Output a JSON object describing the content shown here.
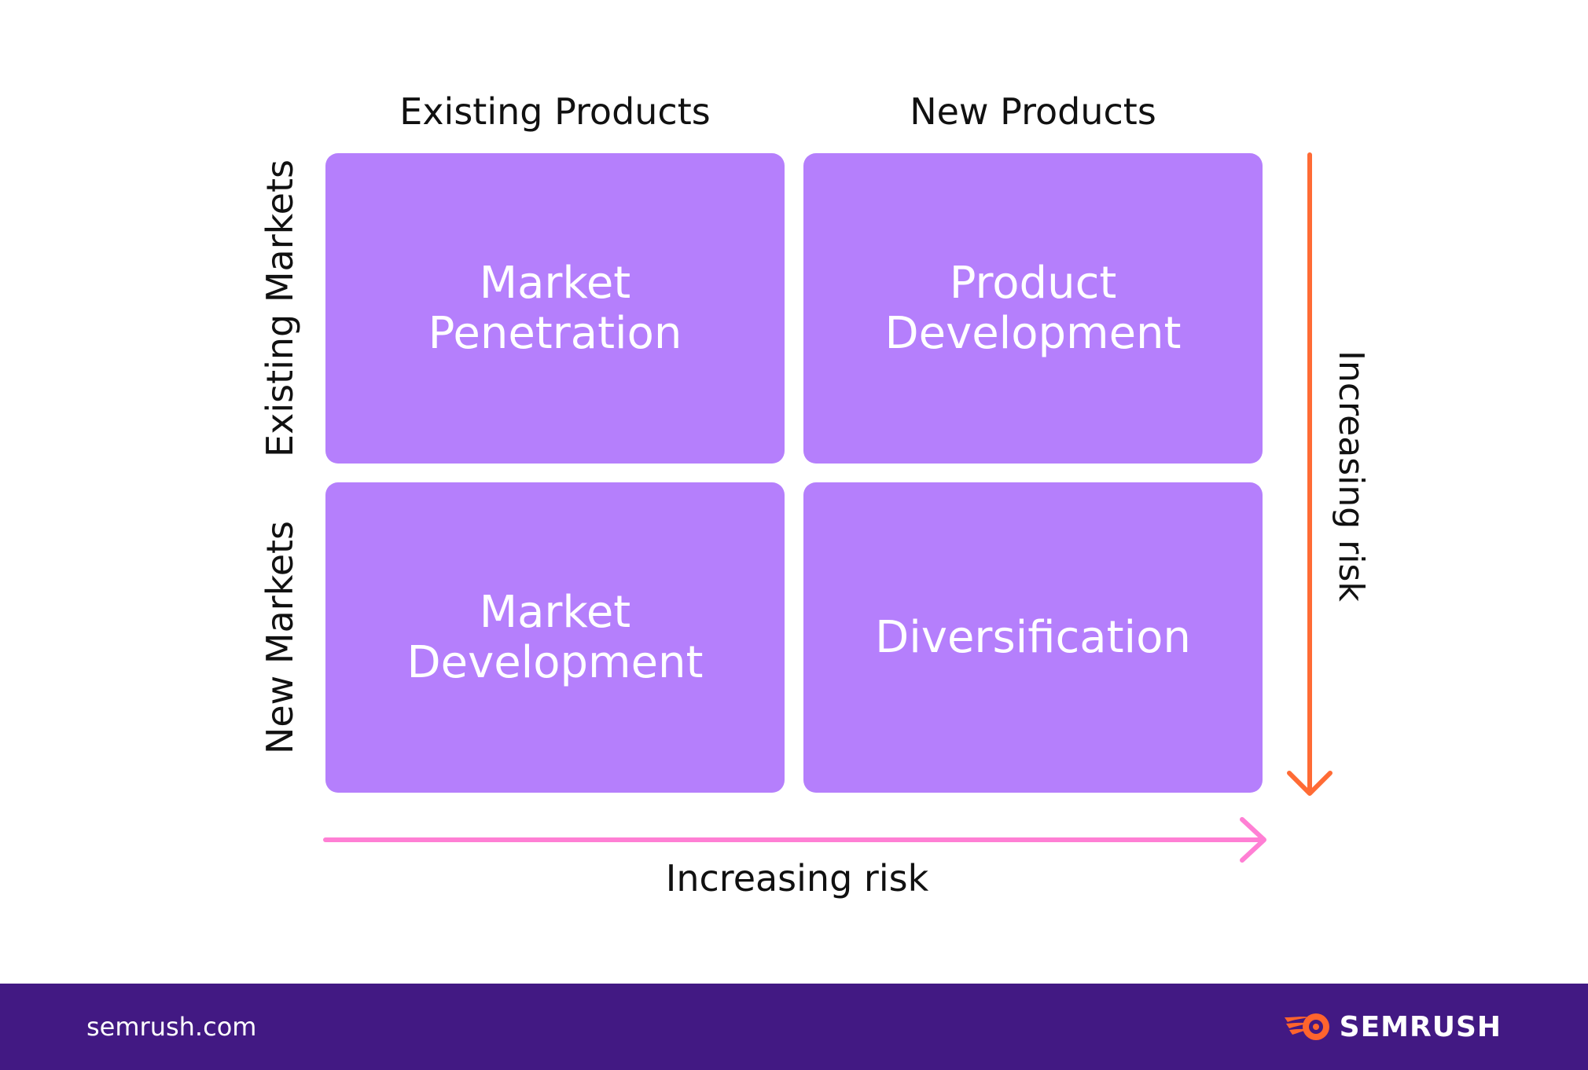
{
  "columns": {
    "existing_products": "Existing Products",
    "new_products": "New Products"
  },
  "rows": {
    "existing_markets": "Existing Markets",
    "new_markets": "New Markets"
  },
  "cells": {
    "market_penetration": "Market\nPenetration",
    "product_development": "Product\nDevelopment",
    "market_development": "Market\nDevelopment",
    "diversification": "Diversification"
  },
  "risk": {
    "horizontal_label": "Increasing risk",
    "vertical_label": "Increasing risk"
  },
  "footer": {
    "url": "semrush.com",
    "brand": "SEMRUSH"
  },
  "colors": {
    "cell": "#b57ffc",
    "horizontal_arrow": "#ff7fd4",
    "vertical_arrow": "#ff6b35",
    "footer_bg": "#421983",
    "logo": "#ff642d"
  }
}
